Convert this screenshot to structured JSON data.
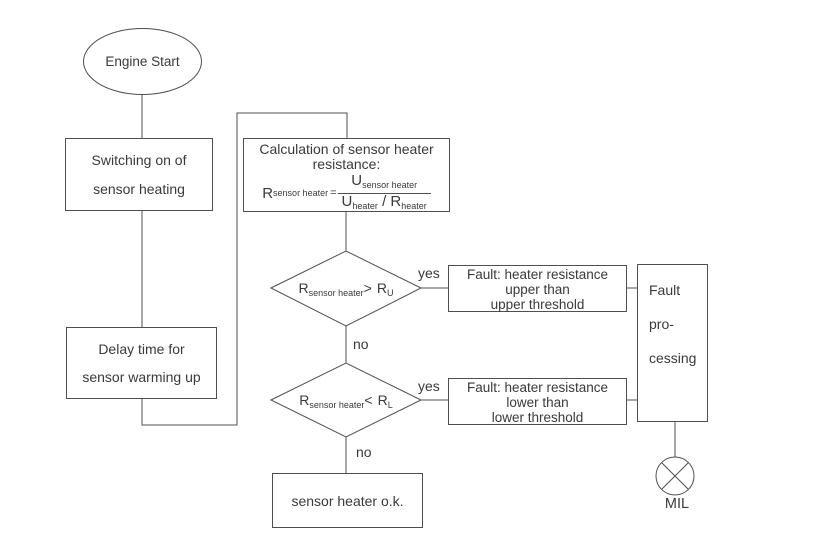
{
  "diagram": {
    "background": "#ffffff",
    "line_color": "#4f4f4f",
    "text_color": "#3a3a3a",
    "nodes": {
      "engine_start": {
        "label": "Engine Start"
      },
      "switching_on": {
        "line1": "Switching on of",
        "line2": "sensor heating"
      },
      "delay": {
        "line1": "Delay time for",
        "line2": "sensor warming up"
      },
      "calculation": {
        "line1": "Calculation of sensor heater",
        "line2": "resistance:",
        "formula": {
          "lhs_base": "R",
          "lhs_sub": "sensor heater",
          "equals": "=",
          "num_base": "U",
          "num_sub": "sensor heater",
          "den_base1": "U",
          "den_sub1": "heater",
          "den_divider": "/",
          "den_base2": "R",
          "den_sub2": "heater"
        }
      },
      "decision_upper": {
        "lhs_base": "R",
        "lhs_sub": "sensor heater",
        "operator": ">",
        "rhs_base": "R",
        "rhs_sub": "U"
      },
      "decision_lower": {
        "lhs_base": "R",
        "lhs_sub": "sensor heater",
        "operator": "<",
        "rhs_base": "R",
        "rhs_sub": "L"
      },
      "fault_upper": {
        "line1": "Fault: heater resistance",
        "line2": "upper than",
        "line3": "upper threshold"
      },
      "fault_lower": {
        "line1": "Fault: heater resistance",
        "line2": "lower than",
        "line3": "lower threshold"
      },
      "fault_processing": {
        "line1": "Fault",
        "line2": "pro-",
        "line3": "cessing"
      },
      "sensor_ok": {
        "label": "sensor heater o.k."
      },
      "mil": {
        "label": "MIL"
      }
    },
    "edge_labels": {
      "upper_yes": "yes",
      "upper_no": "no",
      "lower_yes": "yes",
      "lower_no": "no"
    }
  }
}
